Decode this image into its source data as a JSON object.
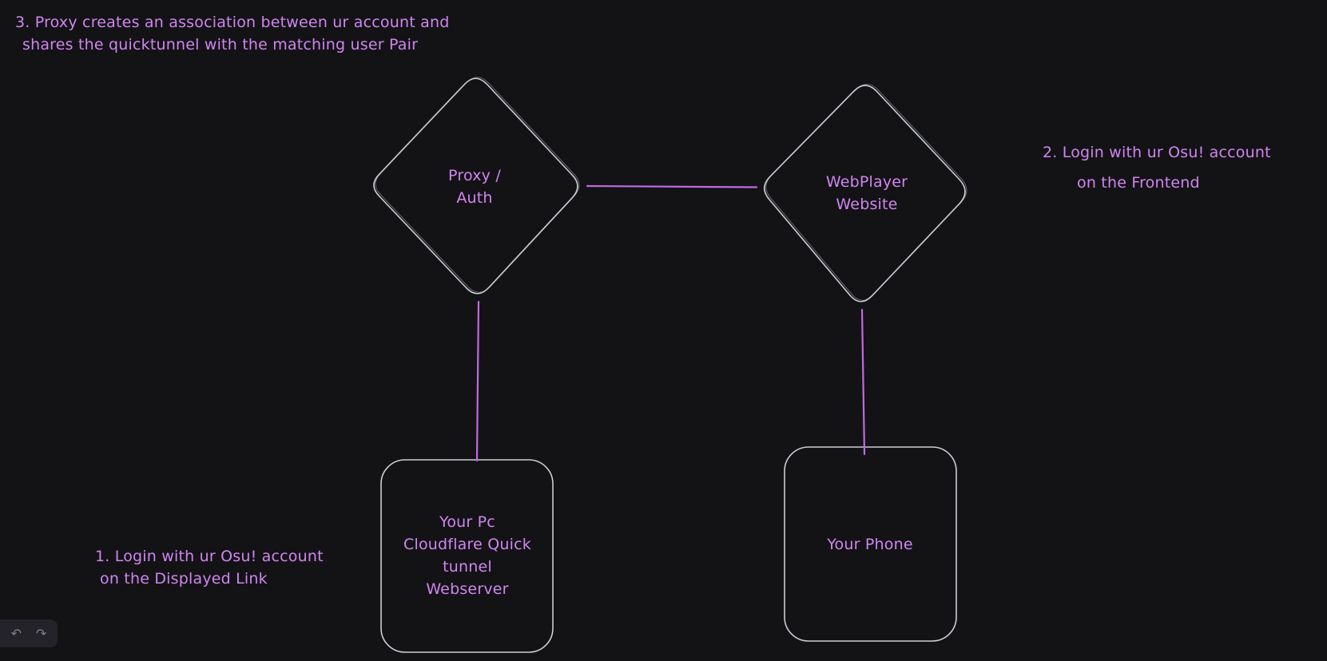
{
  "canvas": {
    "background": "#131316",
    "shape_stroke_color": "#c9ced4",
    "text_color": "#d185f0",
    "connector_color": "#c06ae0",
    "island_background": "#232329"
  },
  "annotations": {
    "step3": {
      "lines": [
        "3. Proxy creates an association between ur account and",
        "shares the quicktunnel with the matching user Pair"
      ]
    },
    "step2": {
      "lines": [
        "2. Login with ur Osu! account",
        "on the Frontend"
      ]
    },
    "step1": {
      "lines": [
        "1. Login with ur Osu! account",
        "on the Displayed Link"
      ]
    }
  },
  "nodes": {
    "proxy_auth": {
      "shape": "diamond",
      "lines": [
        "Proxy /",
        "Auth"
      ]
    },
    "webplayer": {
      "shape": "diamond",
      "lines": [
        "WebPlayer",
        "Website"
      ]
    },
    "pc_tunnel": {
      "shape": "rectangle",
      "lines": [
        "Your Pc",
        "Cloudflare Quick",
        "tunnel",
        "Webserver"
      ]
    },
    "phone": {
      "shape": "rectangle",
      "lines": [
        "Your Phone"
      ]
    }
  },
  "edges": [
    {
      "from": "proxy_auth",
      "to": "webplayer"
    },
    {
      "from": "proxy_auth",
      "to": "pc_tunnel"
    },
    {
      "from": "webplayer",
      "to": "phone"
    }
  ],
  "toolbar": {
    "undo_icon": "↶",
    "redo_icon": "↷"
  }
}
